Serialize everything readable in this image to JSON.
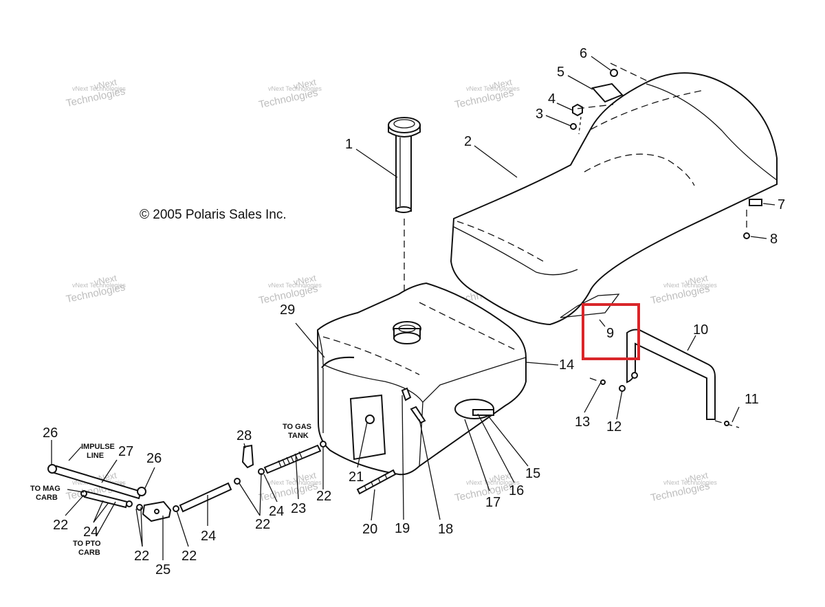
{
  "copyright": "© 2005 Polaris Sales Inc.",
  "watermark": {
    "line1": "vNext",
    "line2": "Technologies",
    "line3": "vNext Technologies"
  },
  "highlight": {
    "part": "9",
    "color": "#d9262a"
  },
  "callouts": {
    "c1": "1",
    "c2": "2",
    "c3": "3",
    "c4": "4",
    "c5": "5",
    "c6": "6",
    "c7": "7",
    "c8": "8",
    "c9": "9",
    "c10": "10",
    "c11": "11",
    "c12": "12",
    "c13": "13",
    "c14": "14",
    "c15": "15",
    "c16": "16",
    "c17": "17",
    "c18": "18",
    "c19": "19",
    "c20": "20",
    "c21": "21",
    "c22a": "22",
    "c22b": "22",
    "c22c": "22",
    "c22d": "22",
    "c22e": "22",
    "c23": "23",
    "c24a": "24",
    "c24b": "24",
    "c24c": "24",
    "c25": "25",
    "c26a": "26",
    "c26b": "26",
    "c27": "27",
    "c28": "28",
    "c29": "29"
  },
  "labels": {
    "impulse_1": "IMPULSE",
    "impulse_2": "LINE",
    "gas_1": "TO GAS",
    "gas_2": "TANK",
    "mag_1": "TO MAG",
    "mag_2": "CARB",
    "pto_1": "TO PTO",
    "pto_2": "CARB"
  }
}
